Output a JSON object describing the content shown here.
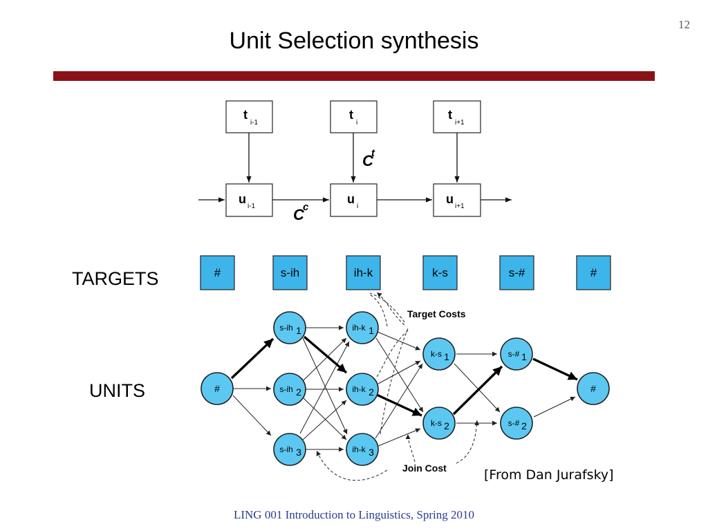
{
  "slide": {
    "number": "12",
    "title": "Unit Selection synthesis",
    "credit": "[From Dan Jurafsky]",
    "footer": "LING 001 Introduction to Linguistics, Spring 2010"
  },
  "colors": {
    "rule": "#8b1118",
    "footer": "#2b3a8c",
    "target_box": "#3db5ea",
    "unit_node": "#5cc8f2",
    "outline": "#222222"
  },
  "top_diagram": {
    "targets": [
      {
        "main": "t",
        "sub": "i-1"
      },
      {
        "main": "t",
        "sub": "i"
      },
      {
        "main": "t",
        "sub": "i+1"
      }
    ],
    "units": [
      {
        "main": "u",
        "sub": "i-1"
      },
      {
        "main": "u",
        "sub": "i"
      },
      {
        "main": "u",
        "sub": "i+1"
      }
    ],
    "target_cost_label": {
      "main": "C",
      "sup": "t"
    },
    "concat_cost_label": {
      "main": "C",
      "sup": "c"
    }
  },
  "lattice": {
    "targets_heading": "TARGETS",
    "units_heading": "UNITS",
    "targets": [
      "#",
      "s-ih",
      "ih-k",
      "k-s",
      "s-#",
      "#"
    ],
    "units": [
      {
        "id": "start",
        "main": "#",
        "sub": ""
      },
      {
        "id": "sih1",
        "main": "s-ih",
        "sub": "1"
      },
      {
        "id": "sih2",
        "main": "s-ih",
        "sub": "2"
      },
      {
        "id": "sih3",
        "main": "s-ih",
        "sub": "3"
      },
      {
        "id": "ihk1",
        "main": "ih-k",
        "sub": "1"
      },
      {
        "id": "ihk2",
        "main": "ih-k",
        "sub": "2"
      },
      {
        "id": "ihk3",
        "main": "ih-k",
        "sub": "3"
      },
      {
        "id": "ks1",
        "main": "k-s",
        "sub": "1"
      },
      {
        "id": "ks2",
        "main": "k-s",
        "sub": "2"
      },
      {
        "id": "sx1",
        "main": "s-#",
        "sub": "1"
      },
      {
        "id": "sx2",
        "main": "s-#",
        "sub": "2"
      },
      {
        "id": "end",
        "main": "#",
        "sub": ""
      }
    ],
    "target_costs_label": "Target Costs",
    "join_cost_label": "Join Cost"
  }
}
